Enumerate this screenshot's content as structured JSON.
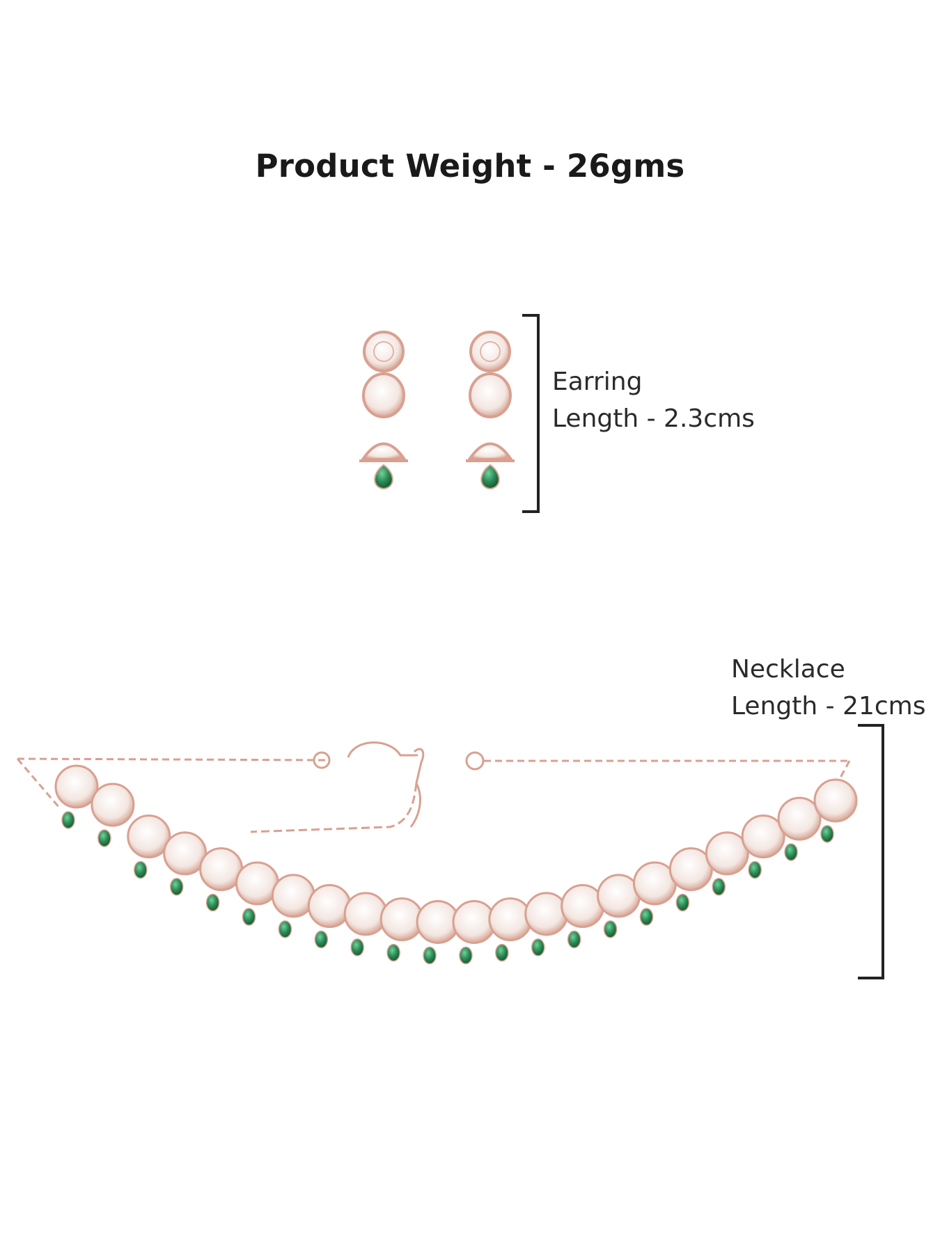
{
  "product_weight": "Product Weight - 26gms",
  "earring": {
    "label_line1": "Earring",
    "label_line2": "Length - 2.3cms"
  },
  "necklace": {
    "label_line1": "Necklace",
    "label_line2": "Length - 21cms"
  },
  "colors": {
    "metal": "#d9a090",
    "stone_white": "#f4ece8",
    "emerald": "#2e8b57",
    "bracket": "#222222",
    "text": "#1a1a1a"
  }
}
